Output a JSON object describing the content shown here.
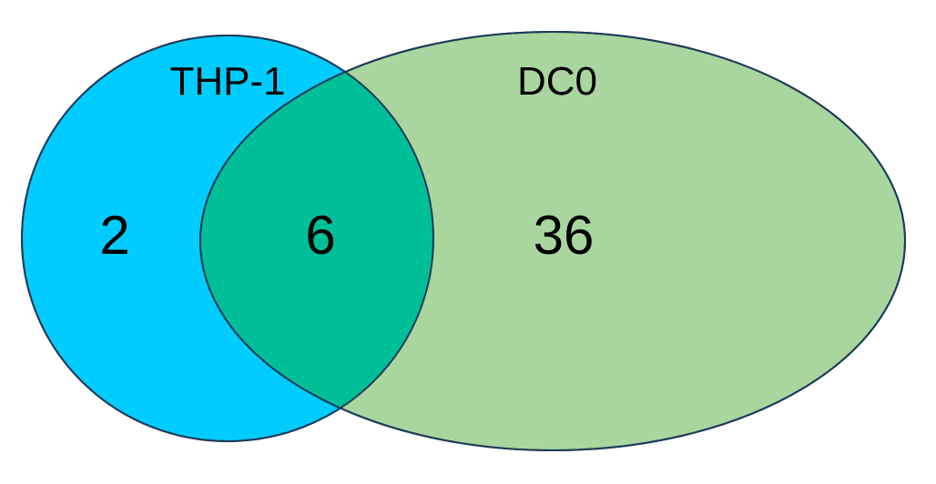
{
  "venn": {
    "sets": [
      {
        "label": "THP-1",
        "color": "#00ccff"
      },
      {
        "label": "DC0",
        "color": "#a9d69e"
      }
    ],
    "overlap_color": "#00bf98",
    "outline_color": "#1f3a5a",
    "counts": {
      "thp1_only": "2",
      "intersection": "6",
      "dc0_only": "36"
    }
  }
}
